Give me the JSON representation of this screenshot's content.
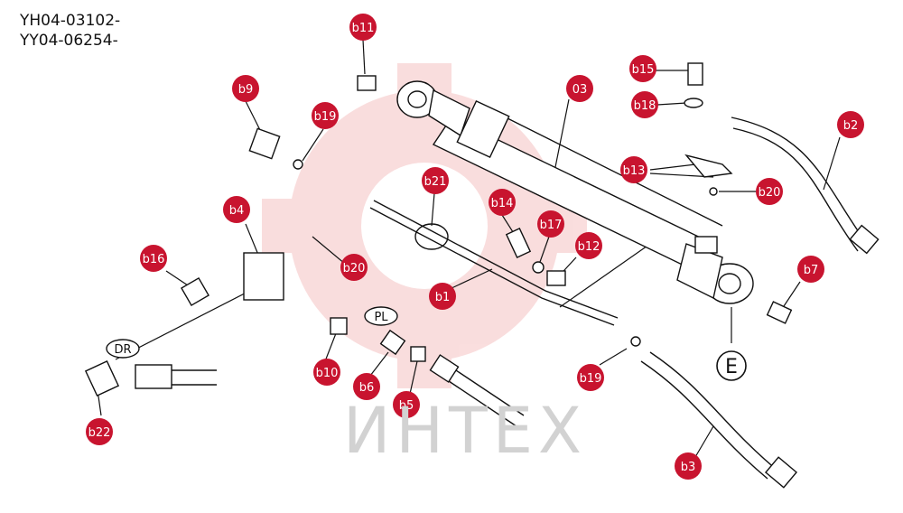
{
  "header": {
    "code_1": "YH04-03102-",
    "code_2": "YY04-06254-"
  },
  "watermark": {
    "text": "ИНТЕХ"
  },
  "colors": {
    "callout_fill": "#c8142f",
    "callout_text": "#ffffff",
    "line": "#111111",
    "watermark": "#f3b8b8"
  },
  "callouts": [
    {
      "id": "b11",
      "label": "b11"
    },
    {
      "id": "b9",
      "label": "b9"
    },
    {
      "id": "b19a",
      "label": "b19"
    },
    {
      "id": "b15",
      "label": "b15"
    },
    {
      "id": "b18",
      "label": "b18"
    },
    {
      "id": "03",
      "label": "03"
    },
    {
      "id": "b2",
      "label": "b2"
    },
    {
      "id": "b13",
      "label": "b13"
    },
    {
      "id": "b20a",
      "label": "b20"
    },
    {
      "id": "b21",
      "label": "b21"
    },
    {
      "id": "b14",
      "label": "b14"
    },
    {
      "id": "b17",
      "label": "b17"
    },
    {
      "id": "b12",
      "label": "b12"
    },
    {
      "id": "b4",
      "label": "b4"
    },
    {
      "id": "b16",
      "label": "b16"
    },
    {
      "id": "b20b",
      "label": "b20"
    },
    {
      "id": "b1",
      "label": "b1"
    },
    {
      "id": "b7",
      "label": "b7"
    },
    {
      "id": "b10",
      "label": "b10"
    },
    {
      "id": "b6",
      "label": "b6"
    },
    {
      "id": "b5",
      "label": "b5"
    },
    {
      "id": "b19b",
      "label": "b19"
    },
    {
      "id": "b3",
      "label": "b3"
    },
    {
      "id": "b22",
      "label": "b22"
    }
  ],
  "port_labels": {
    "dr": "DR",
    "pl": "PL",
    "e": "E"
  }
}
